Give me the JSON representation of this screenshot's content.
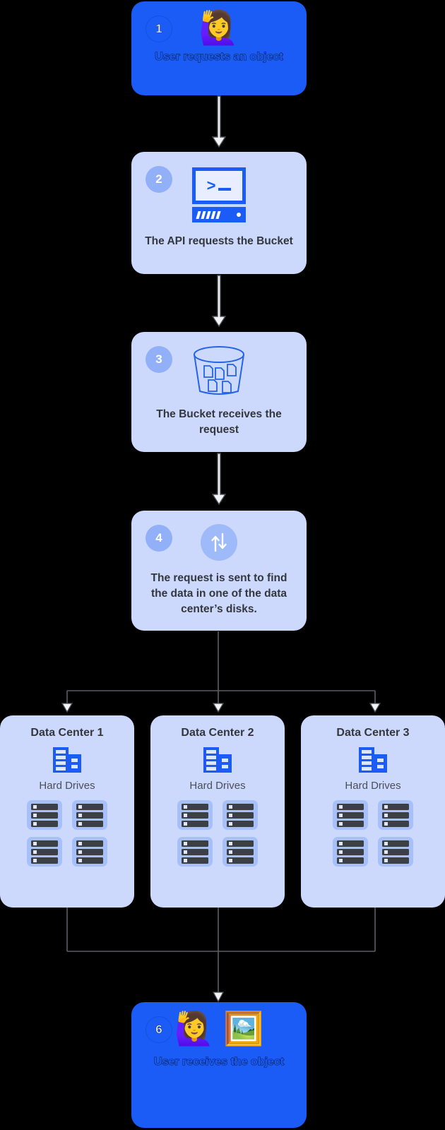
{
  "theme": {
    "background": "#000000",
    "accent_blue": "#1a5cf5",
    "card_blue": "#ccd9fd",
    "badge_blue": "#91b0f7",
    "text_dark": "#33373d",
    "connector_gray": "#5a5e63"
  },
  "flow": {
    "steps": [
      {
        "number": "1",
        "text": "User requests an object",
        "style": "accent",
        "icons": [
          "raising-hand-woman-emoji"
        ],
        "emoji": [
          "🙋‍♀️"
        ]
      },
      {
        "number": "2",
        "text": "The API requests the Bucket",
        "style": "light",
        "icons": [
          "terminal-server-icon"
        ]
      },
      {
        "number": "3",
        "text": "The Bucket receives the request",
        "style": "light",
        "icons": [
          "bucket-with-documents-icon"
        ]
      },
      {
        "number": "4",
        "text": "The request is sent to find the data in one of the data center’s disks.",
        "style": "light",
        "icons": [
          "up-down-arrows-icon"
        ]
      },
      {
        "number": "6",
        "text": "User receives the object",
        "style": "accent",
        "icons": [
          "raising-hand-woman-emoji",
          "framed-picture-emoji"
        ],
        "emoji": [
          "🙋‍♀️",
          "🖼️"
        ]
      }
    ],
    "data_centers": [
      {
        "title": "Data Center 1",
        "subtitle": "Hard Drives",
        "drive_count": 4
      },
      {
        "title": "Data Center 2",
        "subtitle": "Hard Drives",
        "drive_count": 4
      },
      {
        "title": "Data Center 3",
        "subtitle": "Hard Drives",
        "drive_count": 4
      }
    ]
  }
}
